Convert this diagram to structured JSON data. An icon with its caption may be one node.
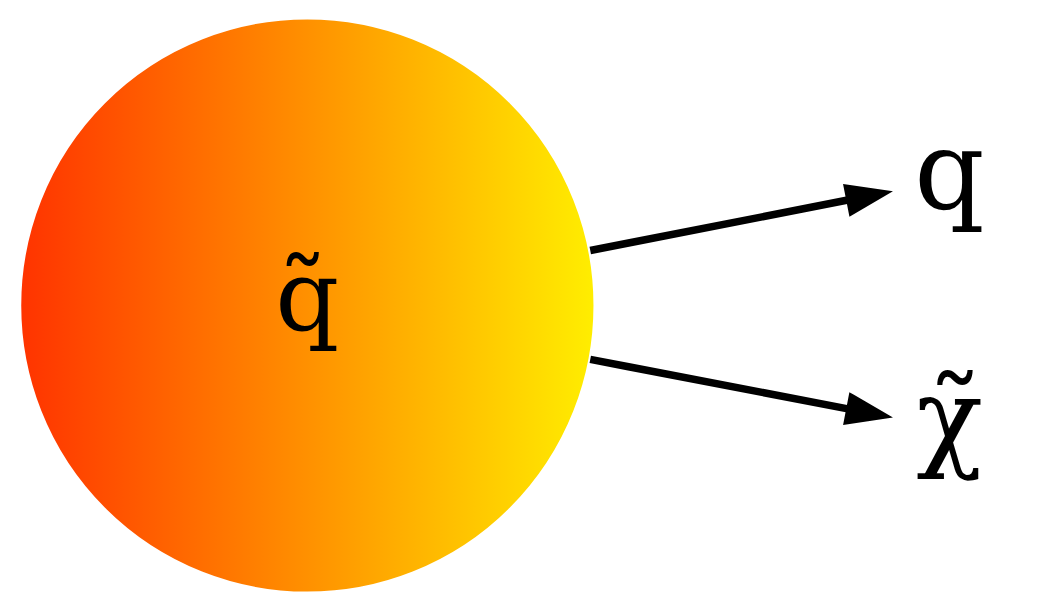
{
  "diagram": {
    "nodes": [
      {
        "text": [
          "q̃"
        ]
      },
      {
        "text": [
          "q"
        ]
      },
      {
        "text": [
          "χ̃"
        ]
      }
    ],
    "edges": [
      {
        "from": 0,
        "to": 1,
        "arrow": "to"
      },
      {
        "from": 0,
        "to": 2,
        "arrow": "to"
      }
    ]
  }
}
